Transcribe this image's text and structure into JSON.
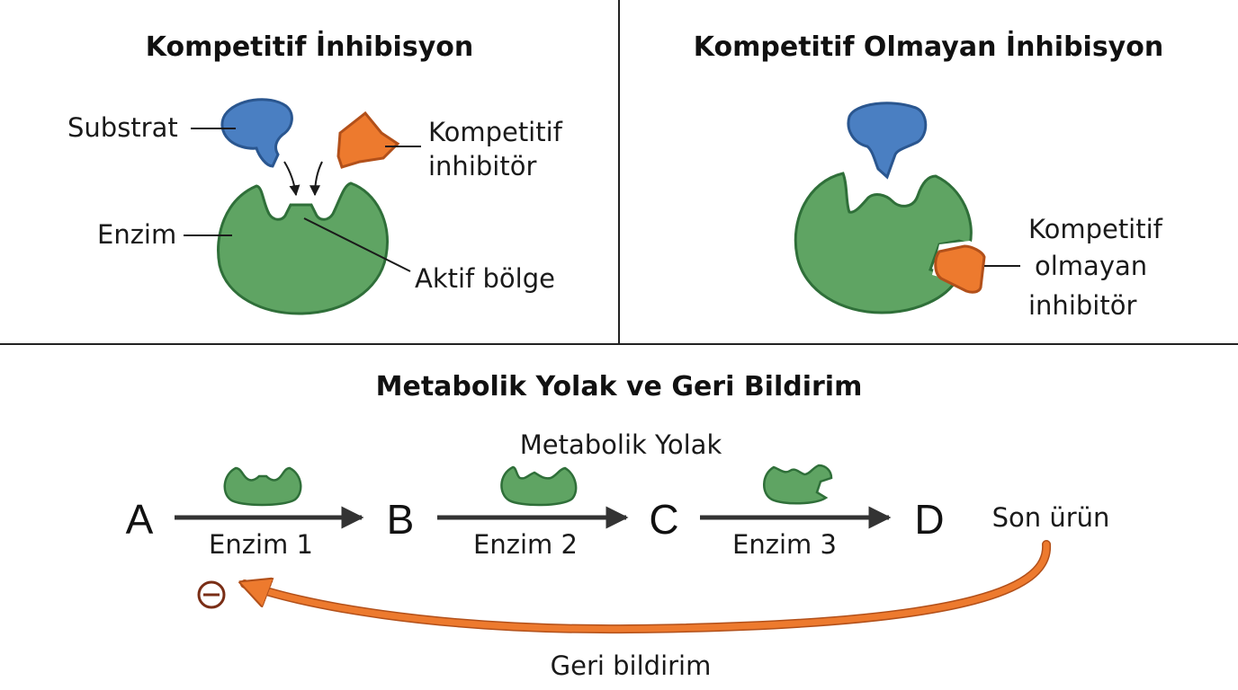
{
  "panels": {
    "competitive": {
      "title": "Kompetitif İnhibisyon",
      "substrate_label": "Substrat",
      "inhibitor_label_line1": "Kompetitif",
      "inhibitor_label_line2": "inhibitör",
      "enzyme_label": "Enzim",
      "active_site_label": "Aktif bölge"
    },
    "noncompetitive": {
      "title": "Kompetitif Olmayan İnhibisyon",
      "inhibitor_label_line1": "Kompetitif",
      "inhibitor_label_line2": "olmayan",
      "inhibitor_label_line3": "inhibitör"
    }
  },
  "pathway": {
    "title": "Metabolik Yolak ve Geri Bildirim",
    "subtitle": "Metabolik Yolak",
    "nodes": [
      "A",
      "B",
      "C",
      "D"
    ],
    "enzymes": [
      "Enzim 1",
      "Enzim 2",
      "Enzim 3"
    ],
    "end_product_label": "Son ürün",
    "feedback_label": "Geri bildirim",
    "inhibition_symbol": "⊖"
  },
  "colors": {
    "enzyme": "#5fa463",
    "substrate": "#4a7fc2",
    "inhibitor": "#ed7a2e",
    "feedback_arrow": "#ed7a2e",
    "divider": "#222222"
  },
  "icons": [
    "enzyme-shape",
    "substrate-shape",
    "inhibitor-shape",
    "arrow-icon",
    "inhibition-minus-icon"
  ]
}
